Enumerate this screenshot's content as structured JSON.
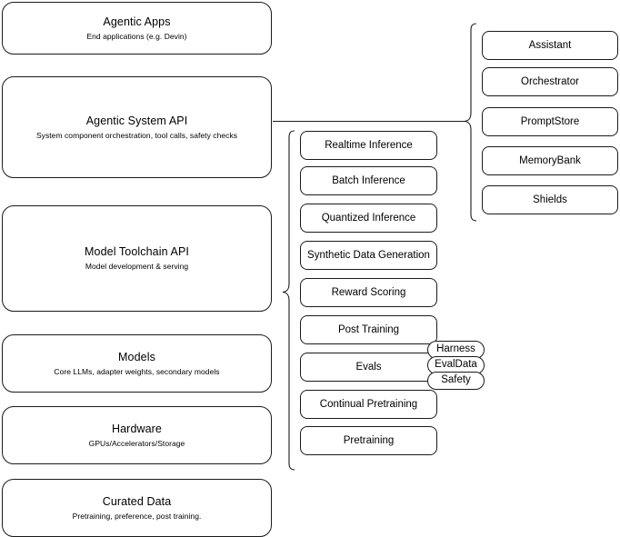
{
  "diagram": {
    "title": "Agentic stack layers",
    "stroke_color": "#1a1a1a",
    "background_color": "#ffffff",
    "layers": [
      {
        "id": "agentic-apps",
        "title": "Agentic Apps",
        "subtitle": "End applications (e.g. Devin)"
      },
      {
        "id": "agentic-system-api",
        "title": "Agentic System API",
        "subtitle": "System component orchestration, tool calls, safety checks"
      },
      {
        "id": "model-toolchain-api",
        "title": "Model Toolchain API",
        "subtitle": "Model development & serving"
      },
      {
        "id": "models",
        "title": "Models",
        "subtitle": "Core LLMs, adapter weights, secondary models"
      },
      {
        "id": "hardware",
        "title": "Hardware",
        "subtitle": "GPUs/Accelerators/Storage"
      },
      {
        "id": "curated-data",
        "title": "Curated Data",
        "subtitle": "Pretraining, preference, post training."
      }
    ],
    "toolchain_components": [
      {
        "id": "realtime-inference",
        "label": "Realtime Inference"
      },
      {
        "id": "batch-inference",
        "label": "Batch Inference"
      },
      {
        "id": "quantized-inference",
        "label": "Quantized Inference"
      },
      {
        "id": "synthetic-data-generation",
        "label": "Synthetic Data Generation"
      },
      {
        "id": "reward-scoring",
        "label": "Reward Scoring"
      },
      {
        "id": "post-training",
        "label": "Post Training"
      },
      {
        "id": "evals",
        "label": "Evals"
      },
      {
        "id": "continual-pretraining",
        "label": "Continual Pretraining"
      },
      {
        "id": "pretraining",
        "label": "Pretraining"
      }
    ],
    "evals_subcomponents": [
      {
        "id": "harness",
        "label": "Harness"
      },
      {
        "id": "evaldata",
        "label": "EvalData"
      },
      {
        "id": "safety",
        "label": "Safety"
      }
    ],
    "system_components": [
      {
        "id": "assistant",
        "label": "Assistant"
      },
      {
        "id": "orchestrator",
        "label": "Orchestrator"
      },
      {
        "id": "promptstore",
        "label": "PromptStore"
      },
      {
        "id": "memorybank",
        "label": "MemoryBank"
      },
      {
        "id": "shields",
        "label": "Shields"
      }
    ]
  }
}
